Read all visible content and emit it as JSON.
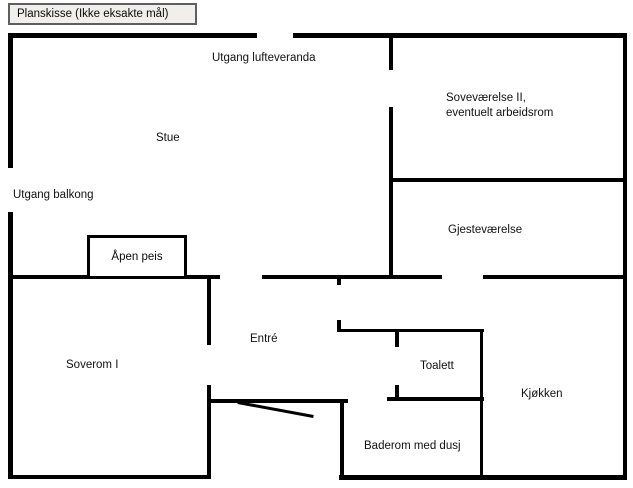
{
  "title_box": {
    "label": "Planskisse (Ikke eksakte mål)"
  },
  "rooms": {
    "stue": "Stue",
    "sovevaerelse2_line1": "Soveværelse II,",
    "sovevaerelse2_line2": "eventuelt arbeidsrom",
    "gjestevaerelse": "Gjesteværelse",
    "apen_peis": "Åpen peis",
    "entre": "Entré",
    "soverom1": "Soverom I",
    "toalett": "Toalett",
    "kjokken": "Kjøkken",
    "baderom": "Baderom med dusj"
  },
  "exits": {
    "lufteveranda": "Utgang lufteveranda",
    "balkong": "Utgang balkong"
  },
  "colors": {
    "wall": "#000000",
    "background": "#ffffff",
    "title_box_bg": "#f0efec",
    "title_box_border": "#5f5f5f"
  }
}
